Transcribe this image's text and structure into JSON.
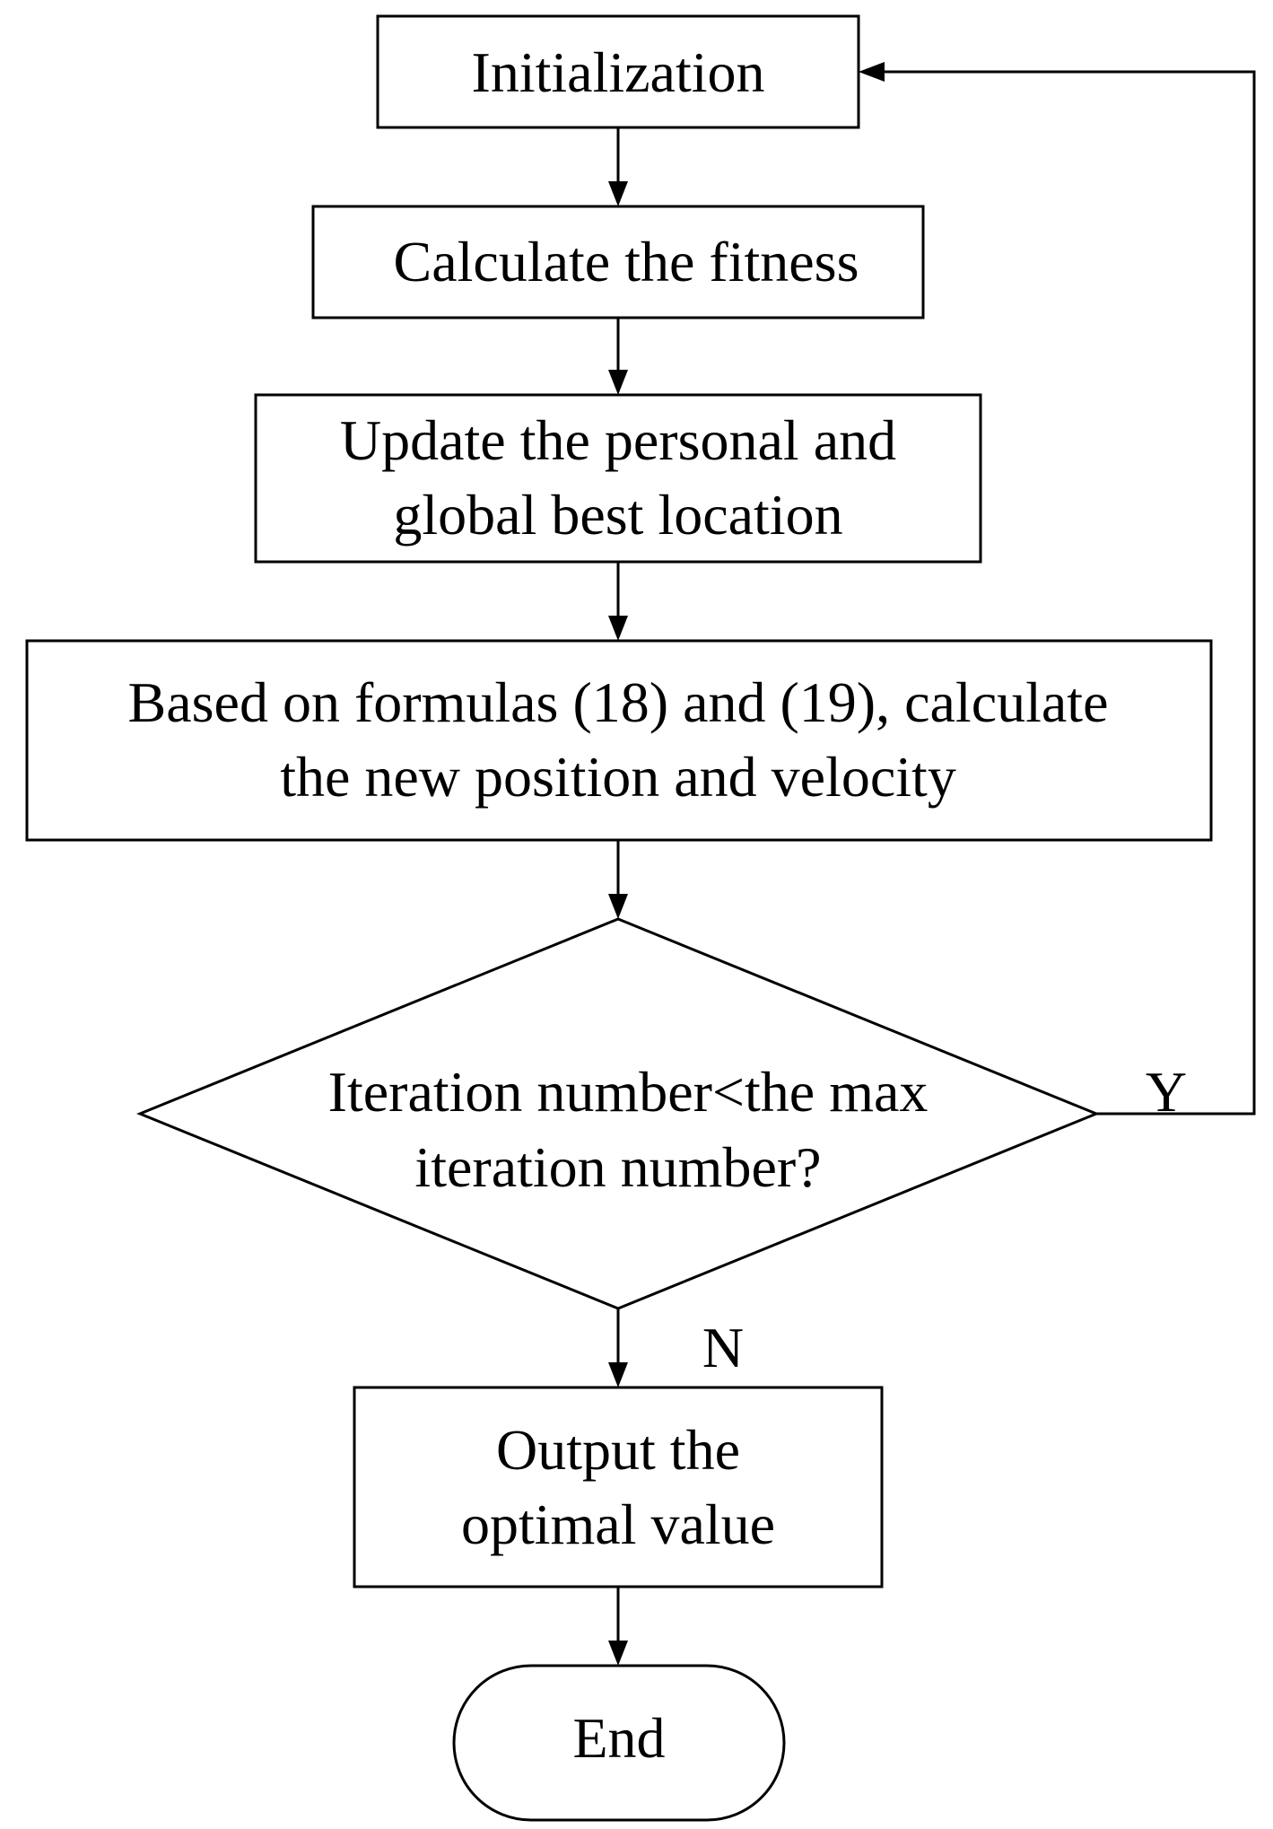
{
  "nodes": {
    "initialization": {
      "lines": [
        "Initialization"
      ]
    },
    "calculate_fitness": {
      "lines": [
        "Calculate the fitness"
      ]
    },
    "update_best": {
      "lines": [
        "Update the personal and",
        "global best location"
      ]
    },
    "update_position": {
      "lines": [
        "Based on formulas (18) and (19), calculate",
        "the new position and velocity"
      ]
    },
    "decision": {
      "lines": [
        "Iteration number<the max",
        "iteration number?"
      ]
    },
    "output": {
      "lines": [
        "Output the",
        "optimal value"
      ]
    },
    "end": {
      "lines": [
        "End"
      ]
    }
  },
  "branches": {
    "yes_label": "Y",
    "no_label": "N"
  }
}
